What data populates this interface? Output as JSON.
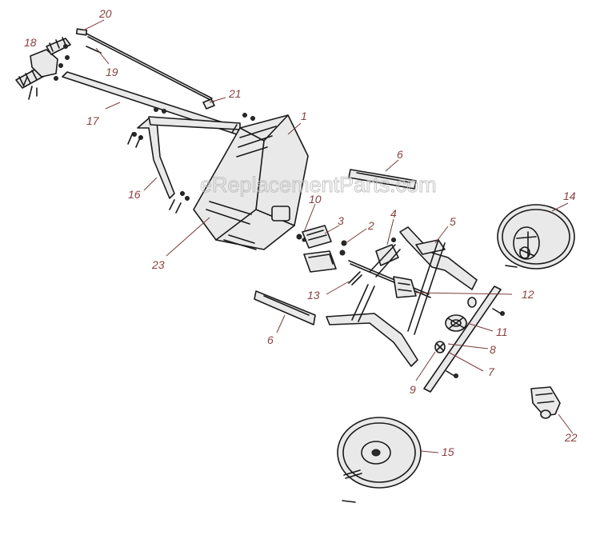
{
  "watermark": "eReplacementParts.com",
  "callouts": {
    "c1": "1",
    "c2": "2",
    "c3": "3",
    "c4": "4",
    "c5": "5",
    "c6a": "6",
    "c6b": "6",
    "c7": "7",
    "c8": "8",
    "c9": "9",
    "c10": "10",
    "c11": "11",
    "c12": "12",
    "c13": "13",
    "c14": "14",
    "c15": "15",
    "c16": "16",
    "c17": "17",
    "c18": "18",
    "c19": "19",
    "c20": "20",
    "c21": "21",
    "c22": "22",
    "c23": "23"
  },
  "colors": {
    "callout": "#8a3f3f",
    "line": "#1a1a1a",
    "watermark": "#bdbdbd"
  }
}
